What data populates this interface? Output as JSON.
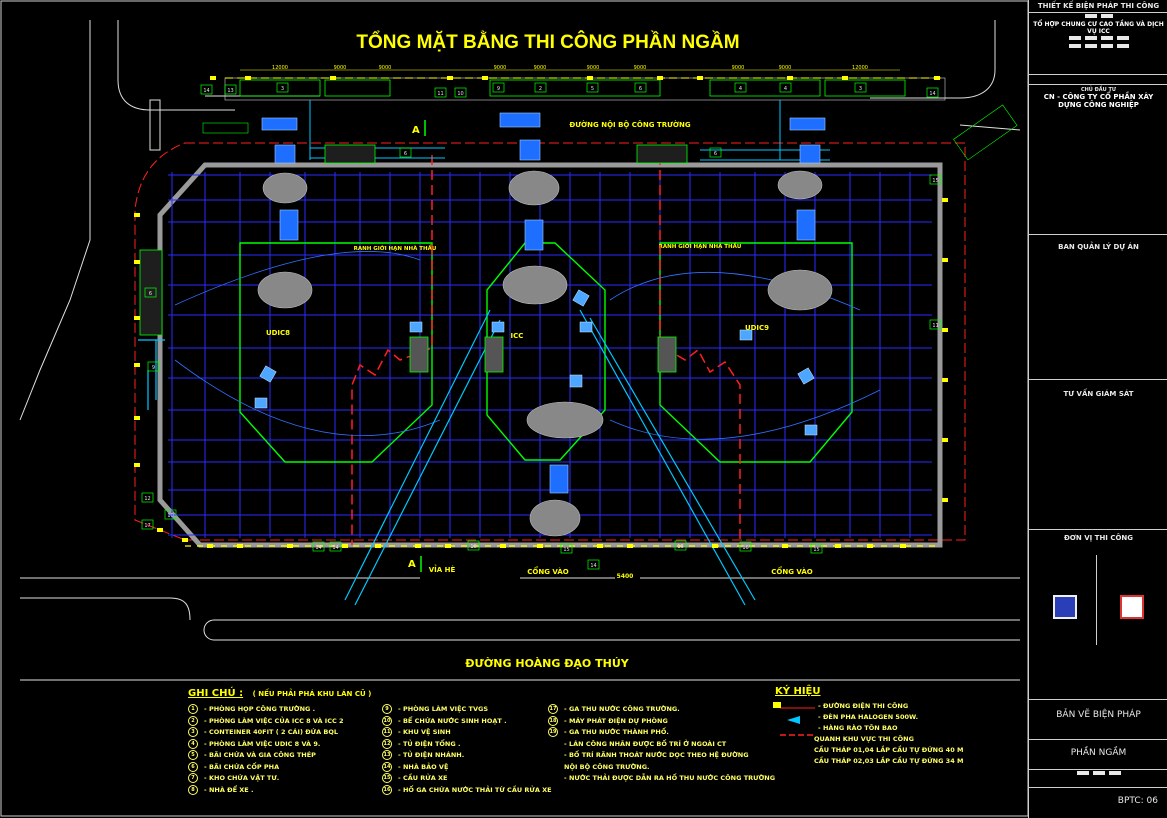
{
  "plan_title": "TỔNG MẶT BẰNG THI CÔNG PHẦN NGẦM",
  "road_internal": "ĐƯỜNG NỘI BỘ CÔNG TRƯỜNG",
  "road_main": "ĐƯỜNG HOÀNG ĐẠO THÚY",
  "sidewalk": "VỈA HÈ",
  "gate_1": "CỔNG VÀO",
  "gate_2": "CỔNG VÀO",
  "section_a_top": "A",
  "section_a_bottom": "A",
  "zone_left": "UDIC8",
  "zone_center": "ICC",
  "zone_right": "UDIC9",
  "bound_left": "RANH GIỚI HẠN NHÀ THẦU",
  "bound_right": "RANH GIỚI HẠN NHÀ THẦU",
  "gate_width": "5400",
  "dims": [
    "12000",
    "9000",
    "9000",
    "9000",
    "9000",
    "9000",
    "9000",
    "9000",
    "9000",
    "12000"
  ],
  "colors": {
    "yellow": "#ffff00",
    "green": "#00ff00",
    "blue": "#2020ff",
    "red": "#ff2020",
    "cyan": "#00c8ff",
    "grey": "#a0a0a0"
  },
  "notes": {
    "heading": "GHI CHÚ :",
    "subheading": "( NẾU PHẢI PHÁ KHU LÁN CŨ )",
    "col1": [
      "- PHÒNG HỌP CÔNG TRƯỜNG .",
      "- PHÒNG LÀM VIỆC CỦA ICC 8 VÀ ICC 2",
      "- CONTEINER 40FIT ( 2 CÁI) ĐỨA BQL",
      "- PHÒNG LÀM VIỆC UDIC 8 VÀ 9.",
      "- BÃI CHỨA VÀ GIA CÔNG THÉP",
      "- BÃI CHỨA CỐP PHA",
      "- KHO CHỨA VẬT TƯ.",
      "- NHÀ ĐỂ XE ."
    ],
    "col2": [
      "- PHÒNG LÀM VIỆC TVGS",
      "- BỂ CHỨA NƯỚC SINH HOẠT .",
      "- KHU VỆ SINH",
      "- TỦ ĐIỆN TỔNG .",
      "- TỦ ĐIỆN NHÁNH.",
      "- NHÀ BẢO VỆ",
      "- CẦU RỬA XE",
      "- HỐ GA CHỨA NƯỚC THẢI TỪ CẦU RỬA XE"
    ],
    "col3": [
      "- GA THU NƯỚC CÔNG TRƯỜNG.",
      "- MÁY PHÁT ĐIỆN DỰ PHÒNG",
      "- GA THU NƯỚC THÀNH PHỐ.",
      "- LÁN CÔNG NHÂN ĐƯỢC BỐ TRÍ Ở NGOÀI CT",
      "- BỐ TRÍ RÃNH THOÁT NƯỚC DỌC THEO HỆ ĐƯỜNG",
      "NỘI BỘ CÔNG TRƯỜNG.",
      "- NƯỚC THẢI ĐƯỢC DẪN RA HỐ THU NƯỚC CÔNG TRƯỜNG"
    ],
    "col1_nums": [
      "1",
      "2",
      "3",
      "4",
      "5",
      "6",
      "7",
      "8"
    ],
    "col2_nums": [
      "9",
      "10",
      "11",
      "12",
      "13",
      "14",
      "15",
      "16"
    ],
    "col3_nums": [
      "17",
      "18",
      "19"
    ]
  },
  "legend": {
    "heading": "KÝ HIỆU",
    "items": [
      "- ĐƯỜNG ĐIỆN THI CÔNG",
      "- ĐÈN PHA HALOGEN 500W.",
      "- HÀNG RÀO TÔN BAO",
      "QUANH KHU VỰC THI CÔNG",
      "CẦU THÁP 01,04 LẮP CẦU TỰ ĐỨNG 40 M",
      "CẦU THÁP 02,03 LẮP CẦU TỰ ĐỨNG 34 M"
    ]
  },
  "titleblock": {
    "design_label": "THIẾT KẾ BIỆN PHÁP THI CÔNG",
    "project": "TỔ HỢP CHUNG CƯ CAO TẦNG VÀ DỊCH VỤ ICC",
    "owner_label": "CHỦ ĐẦU TƯ",
    "owner": "CN - CÔNG TY CỔ PHẦN XÂY DỰNG CÔNG NGHIỆP",
    "pmu": "BAN QUẢN LÝ DỰ ÁN",
    "supervisor": "TƯ VẤN GIÁM SÁT",
    "contractor": "ĐƠN VỊ THI CÔNG",
    "drawing_type": "BẢN VẼ BIỆN PHÁP",
    "drawing_name": "PHẦN NGẦM",
    "sheet": "BPTC: 06"
  }
}
